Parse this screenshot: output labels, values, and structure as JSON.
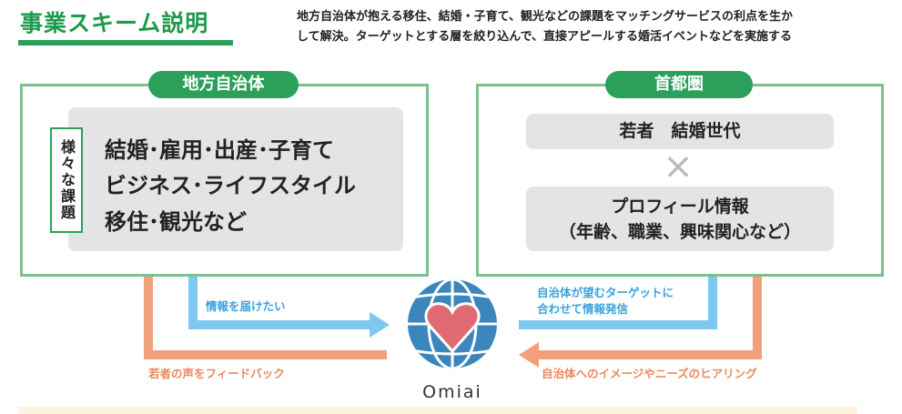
{
  "header": {
    "title": "事業スキーム説明",
    "description_lines": [
      "地方自治体が抱える移住、結婚・子育て、観光などの課題をマッチングサービスの利点を生か",
      "して解決。ターゲットとする層を絞り込んで、直接アピールする婚活イベントなどを実施する"
    ]
  },
  "left_panel": {
    "label": "地方自治体",
    "issues_label": "様々な課題",
    "issues": [
      "結婚･雇用･出産･子育て",
      "ビジネス･ライフスタイル",
      "移住･観光など"
    ]
  },
  "right_panel": {
    "label": "首都圏",
    "target": "若者　結婚世代",
    "cross": "×",
    "profile_lines": [
      "プロフィール情報",
      "（年齢、職業、興味関心など）"
    ]
  },
  "center": {
    "brand": "Omiai",
    "icon": "globe-heart-icon"
  },
  "flows": {
    "left_out": "情報を届けたい",
    "left_in": "若者の声をフィードバック",
    "right_out_lines": [
      "自治体が望むターゲットに",
      "合わせて情報発信"
    ],
    "right_in": "自治体へのイメージやニーズのヒアリング"
  },
  "colors": {
    "green": "#2aa05a",
    "blue_arrow": "#7cc8ee",
    "orange_arrow": "#f0a07a",
    "globe": "#3a86bd",
    "heart": "#e06a72"
  }
}
